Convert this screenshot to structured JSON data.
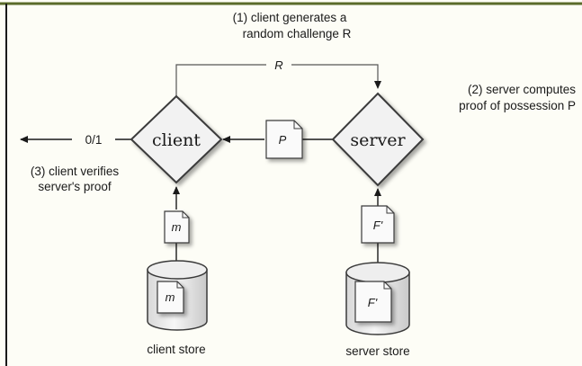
{
  "annotations": {
    "step1_line1": "(1) client generates a",
    "step1_line2": "random challenge R",
    "step2_line1": "(2) server computes",
    "step2_line2": "proof of possession P",
    "step3_line1": "(3) client verifies",
    "step3_line2": "server's proof"
  },
  "labels": {
    "challenge": "R",
    "proof": "P",
    "result": "0/1",
    "client_node": "client",
    "server_node": "server",
    "client_doc": "m",
    "client_store_doc": "m",
    "server_doc": "F'",
    "server_store_doc": "F'",
    "client_store": "client store",
    "server_store": "server store"
  },
  "colors": {
    "frame_top": "#5a6b2a",
    "frame_left": "#1a1a1a",
    "node_fill": "#f2f2f2",
    "node_stroke": "#3a3a3a"
  }
}
